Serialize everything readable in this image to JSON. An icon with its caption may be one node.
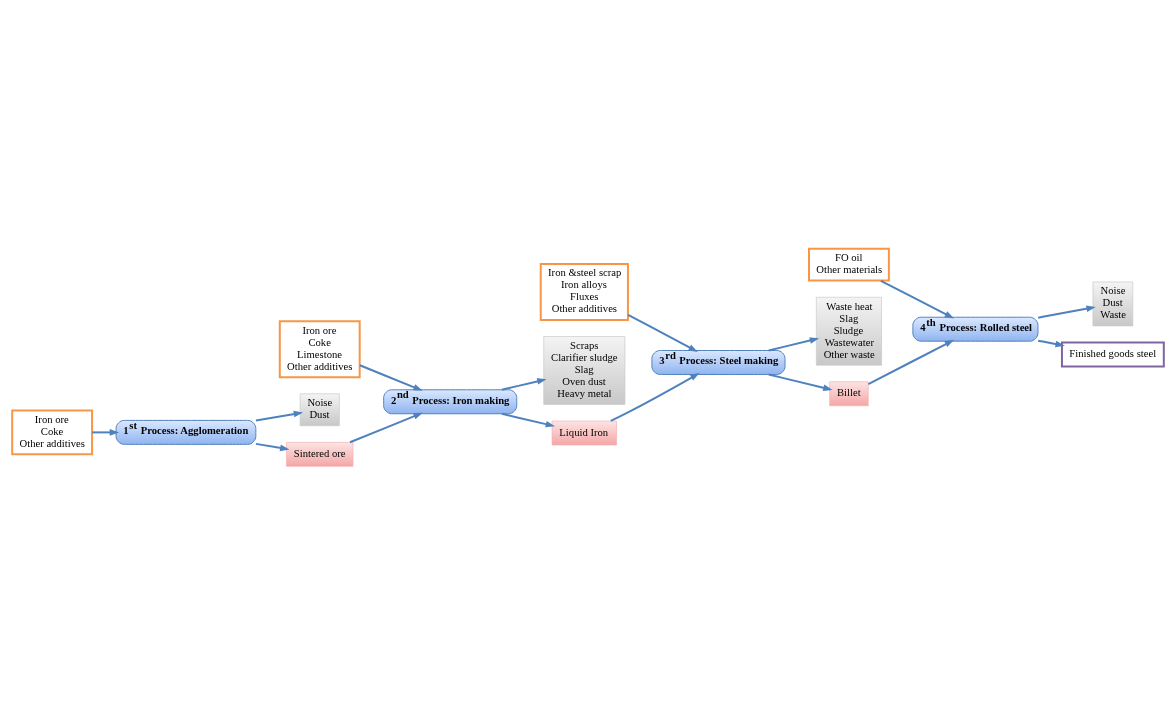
{
  "diagram": {
    "nodes": [
      {
        "text": [
          "Noise",
          "Dust"
        ]
      },
      {
        "text": [
          "Iron ore",
          "Coke",
          "Other additives"
        ]
      },
      {
        "text": [
          "1$^{st}$ Process: Agglomeration"
        ]
      },
      {
        "text": [
          "Iron ore",
          "Coke",
          "Limestone",
          "Other additives"
        ]
      },
      {
        "text": [
          "Sintered ore"
        ]
      },
      {
        "text": [
          "2$^{nd}$ Process: Iron making"
        ]
      },
      {
        "text": [
          "Scraps",
          "Clarifier sludge",
          "Slag",
          "Oven dust",
          "Heavy metal"
        ]
      },
      {
        "text": [
          "Liquid Iron"
        ]
      },
      {
        "text": [
          "Noise",
          "Dust",
          "Waste"
        ]
      },
      {
        "text": [
          "FO oil",
          "Other materials"
        ]
      },
      {
        "text": [
          "Waste heat",
          "Slag",
          "Sludge",
          "Wastewater",
          "Other waste"
        ]
      },
      {
        "text": [
          "Finished goods steel"
        ]
      },
      {
        "text": [
          "4$^{th}$ Process: Rolled steel"
        ]
      },
      {
        "text": [
          "Billet"
        ]
      },
      {
        "text": [
          "3$^{rd}$ Process: Steel making"
        ]
      },
      {
        "text": [
          "Iron &steel scrap",
          "Iron alloys",
          "Fluxes",
          "Other additives"
        ]
      }
    ],
    "edges": [
      {
        "from": 1,
        "to": 2,
        "arrow": "to"
      },
      {
        "from": 2,
        "to": 0,
        "arrow": "to"
      },
      {
        "from": 2,
        "to": 4,
        "arrow": "to"
      },
      {
        "from": 4,
        "to": 5,
        "arrow": "to"
      },
      {
        "from": 3,
        "to": 5,
        "arrow": "to"
      },
      {
        "from": 5,
        "to": 6,
        "arrow": "to"
      },
      {
        "from": 5,
        "to": 7,
        "arrow": "to"
      },
      {
        "from": 7,
        "to": 14,
        "arrow": "to"
      },
      {
        "from": 15,
        "to": 14,
        "arrow": "to"
      },
      {
        "from": 14,
        "to": 10,
        "arrow": "to"
      },
      {
        "from": 14,
        "to": 13,
        "arrow": "to"
      },
      {
        "from": 13,
        "to": 12,
        "arrow": "to"
      },
      {
        "from": 9,
        "to": 12,
        "arrow": "to"
      },
      {
        "from": 12,
        "to": 8,
        "arrow": "to"
      },
      {
        "from": 12,
        "to": 11,
        "arrow": "to"
      }
    ]
  }
}
